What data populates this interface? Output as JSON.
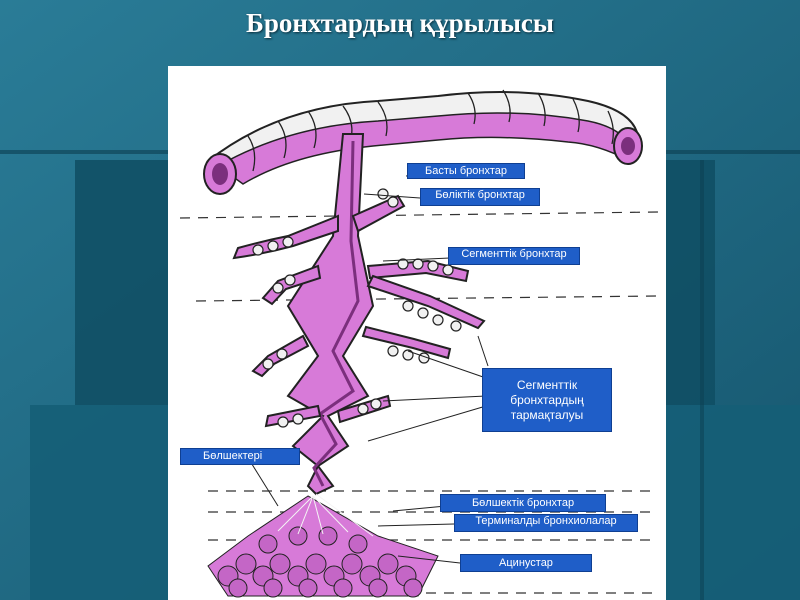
{
  "title": "Бронхтардың құрылысы",
  "labels": {
    "main_bronchi": "Басты бронхтар",
    "lobar_bronchi": "Бөліктік бронхтар",
    "segmental_bronchi": "Сегменттік бронхтар",
    "segmental_branching": "Сегменттік бронхтардың тармақталуы",
    "lobules": "Бөлшектері",
    "lobular_bronchi": "Бөлшектік бронхтар",
    "terminal_bronchioles": "Терминалды бронхиолалар",
    "acini": "Ацинустар"
  },
  "colors": {
    "background": "#1b5f78",
    "label_fill": "#1f5ec8",
    "bronchus_pink": "#d77ad8",
    "cartilage": "#f1f1f1"
  }
}
